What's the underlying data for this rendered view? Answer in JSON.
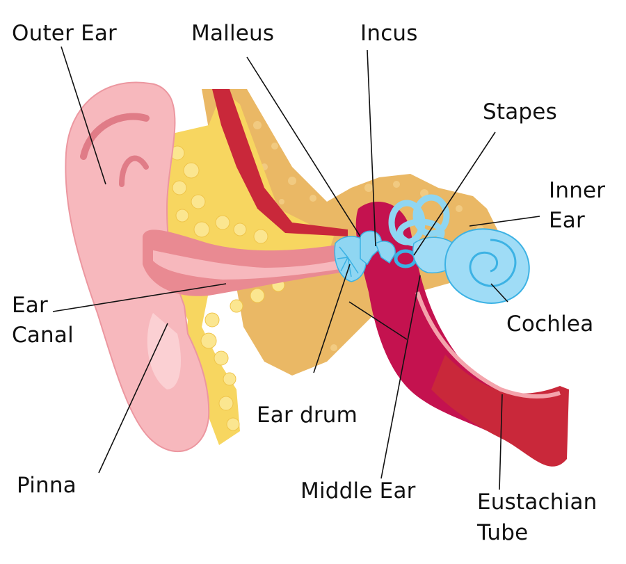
{
  "diagram": {
    "subject": "Anatomy of the human ear (cross-section)",
    "labels": {
      "outer_ear": "Outer Ear",
      "malleus": "Malleus",
      "incus": "Incus",
      "stapes": "Stapes",
      "inner_ear_line1": "Inner",
      "inner_ear_line2": "Ear",
      "ear_canal_line1": "Ear",
      "ear_canal_line2": "Canal",
      "cochlea": "Cochlea",
      "ear_drum": "Ear drum",
      "pinna": "Pinna",
      "middle_ear": "Middle Ear",
      "eustachian_tube_line1": "Eustachian",
      "eustachian_tube_line2": "Tube"
    },
    "colors": {
      "skin_pink": "#f7b8bd",
      "skin_light": "#fbd0d3",
      "skin_dark": "#e98a92",
      "fat_yellow": "#f7d660",
      "bone_tan": "#eab865",
      "bone_texture": "#f2c97a",
      "muscle_red": "#c9283a",
      "middle_ear_magenta": "#c4124f",
      "ossicle_blue": "#8fd6f2",
      "cochlea_blue": "#9fdcf6",
      "cochlea_outline": "#3cb2e4",
      "leader_line": "#111111"
    }
  }
}
